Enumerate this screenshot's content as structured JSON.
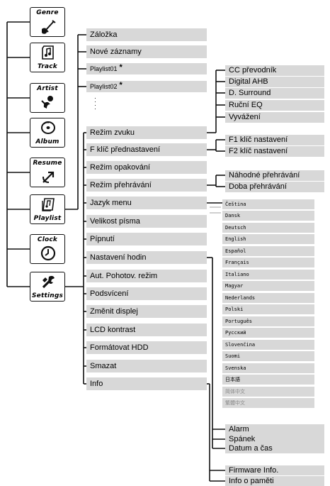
{
  "icons": [
    {
      "label": "Genre",
      "caption": "top",
      "icon": "guitar-icon"
    },
    {
      "label": "Track",
      "caption": "bottom",
      "icon": "note-page-icon"
    },
    {
      "label": "Artist",
      "caption": "top",
      "icon": "singer-icon"
    },
    {
      "label": "Album",
      "caption": "bottom",
      "icon": "disc-icon"
    },
    {
      "label": "Resume",
      "caption": "top",
      "icon": "resume-icon"
    },
    {
      "label": "Playlist",
      "caption": "bottom",
      "icon": "playlist-icon"
    },
    {
      "label": "Clock",
      "caption": "top",
      "icon": "clock-icon"
    },
    {
      "label": "Settings",
      "caption": "bottom",
      "icon": "wrench-icon"
    }
  ],
  "playlist_menu": [
    "Záložka",
    "Nové záznamy",
    "Playlist01",
    "Playlist02"
  ],
  "playlist_star": "*",
  "settings_menu": [
    "Režim zvuku",
    "F klíč přednastavení",
    "Režim opakování",
    "Režim přehrávání",
    "Jazyk menu",
    "Velikost písma",
    "Pípnutí",
    "Nastavení hodin",
    "Aut. Pohotov. režim",
    "Podsvícení",
    "Změnit displej",
    "LCD kontrast",
    "Formátovat HDD",
    "Smazat",
    "Info"
  ],
  "sound_menu": [
    "CC převodník",
    "Digital AHB",
    "D. Surround",
    "Ruční EQ",
    "Vyvážení"
  ],
  "fkey_menu": [
    "F1 klíč nastavení",
    "F2 klíč nastavení"
  ],
  "playmode_menu": [
    "Náhodné přehrávání",
    "Doba přehrávání"
  ],
  "languages": [
    "Čeština",
    "Dansk",
    "Deutsch",
    "English",
    "Español",
    "Français",
    "Italiano",
    "Magyar",
    "Nederlands",
    "Polski",
    "Português",
    "Русский",
    "Slovenčina",
    "Suomi",
    "Svenska",
    "日本語",
    "简体中文",
    "繁體中文"
  ],
  "clock_menu": [
    "Alarm",
    "Spánek",
    "Datum a čas"
  ],
  "info_menu": [
    "Firmware Info.",
    "Info o paměti"
  ]
}
